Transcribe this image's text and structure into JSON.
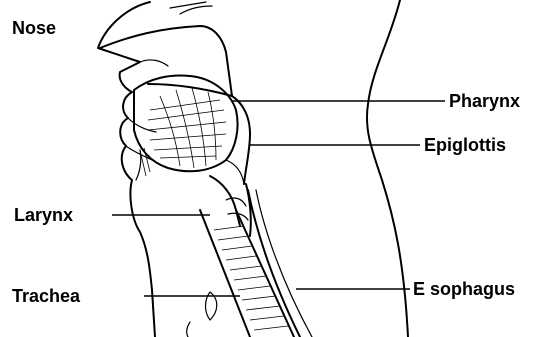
{
  "labels": {
    "nose": "Nose",
    "pharynx": "Pharynx",
    "epiglottis": "Epiglottis",
    "larynx": "Larynx",
    "trachea": "Trachea",
    "esophagus": "E sophagus"
  },
  "colors": {
    "ink": "#000000",
    "background": "#ffffff"
  }
}
